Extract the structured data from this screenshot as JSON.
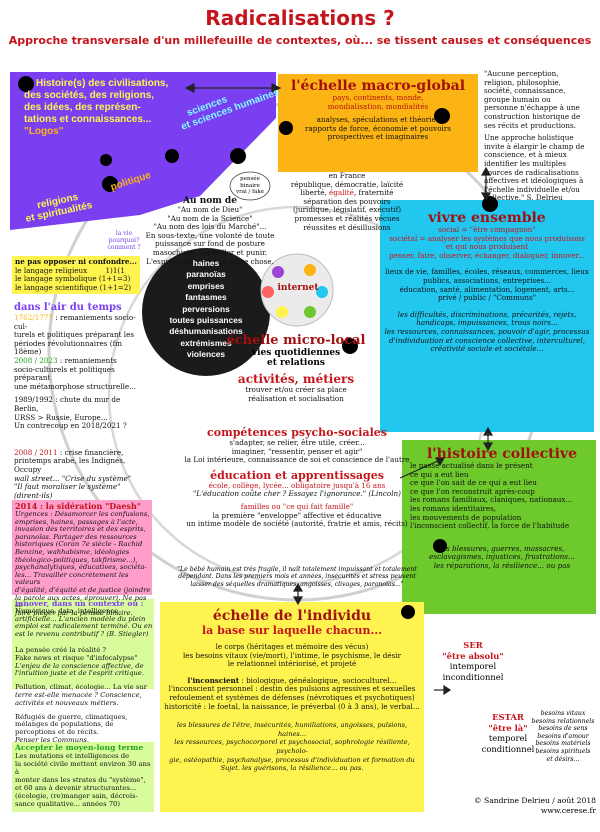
{
  "title": "Radicalisations ?",
  "subtitle": "Approche transversale d'un millefeuille de contextes, où... se tissent causes et conséquences",
  "histoire_box": {
    "l1": "Histoire(s) des civilisations,",
    "l2": "des sociétés, des religions,",
    "l3": "des idées, des représen-",
    "l4": "tations et connaissances...",
    "logos": "\"Logos\"",
    "sciences1": "sciences",
    "sciences2": "et sciences humaines",
    "politique": "politique",
    "religions1": "religions",
    "religions2": "et spiritualités",
    "pensee": "pensée binaire vrai / fake",
    "vie1": "la vie",
    "vie2": "pourquoi?",
    "vie3": "comment ?"
  },
  "au_nom": {
    "head": "Au nom de",
    "l1": "\"Au nom de Dieu\"",
    "l2": "\"Au nom de la Science\"",
    "l3": "\"Au nom des lois du Marché\"...",
    "l4": "En sous-texte, une volonté de toute",
    "l5": "puissance sur fond de posture",
    "l6": "masochiste. Surveiller et punir.",
    "l7": "L'esprit critique exige autre chose."
  },
  "macro": {
    "head": "l'échelle macro-global",
    "l1": "pays, continents, monde,",
    "l2": "mondialisation, mondialités",
    "l3": "analyses, spéculations et théories",
    "l4": "rapports de force, économie et pouvoirs",
    "l5": "prospectives et imaginaires"
  },
  "en_france": {
    "l1": "en France",
    "l2": "république, démocratie, laïcité",
    "l3a": "liberté, ",
    "l3b": "égalité",
    "l3c": ", fraternité",
    "l4": "séparation des pouvoirs",
    "l5": "(juridique, législatif, exécutif)",
    "l6": "promesses et réalités vécues",
    "l7": "réussites et désillusions"
  },
  "quote": {
    "l1": "\"Aucune perception,",
    "l2": "religion, philosophie,",
    "l3": "société, connaissance,",
    "l4": "groupe humain ou",
    "l5": "personne n'échappe à une",
    "l6": "construction historique de",
    "l7": "ses récits et productions.",
    "l8": "Une approche holistique",
    "l9": "invite à élargir le champ de",
    "l10": "conscience, et à mieux",
    "l11": "identifier les multiples",
    "l12": "sources de radicalisations",
    "l13": "affectives et idéologiques à",
    "l14": "l'échelle individuelle et/ou",
    "l15": "collective.\" S. Delrieu"
  },
  "langage": {
    "l1": "ne pas opposer ni confondre...",
    "l2": "le langage religieux        1)1(1",
    "l3": "le langage symbolique (1+1=3)",
    "l4": "le langage scientifique (1+1=2)"
  },
  "dark_circle": [
    "haines",
    "paranoïas",
    "emprises",
    "fantasmes",
    "perversions",
    "toutes puissances",
    "déshumanisations",
    "extrémismes",
    "violences"
  ],
  "internet": "internet",
  "vivre": {
    "head": "vivre ensemble",
    "l1": "social = \"être compagnon\"",
    "l2": "sociétal = analyser les systèmes que nous produisons",
    "l3": "et qui nous produisent",
    "l4": "penser, faire, observer, échanger, dialoguer, innover...",
    "l5": "lieux de vie, familles, écoles, réseaux, commerces, lieux",
    "l6": "publics, associations, entreprises...",
    "l7": "éducation, santé, alimentation, logement, arts...",
    "l8": "privé / public / \"Communs\"",
    "l9": "les difficultés, discriminations, précarités, rejets,",
    "l10": "handicaps, impuissances, trous noirs...",
    "l11": "les ressources, connaissances, pouvoir d'agir, processus",
    "l12": "d'individuation et conscience collective, interculturel,",
    "l13": "créativité sociale et sociétale..."
  },
  "air": {
    "head": "dans l'air du temps",
    "l1a": "1762/1777",
    "l1b": " : remaniements socio-cul-",
    "l2": "turels et politiques préparant les",
    "l3": "périodes révolutionnaires (fin 18ème)",
    "l4a": "2008 / 2023",
    "l4b": " : remaniements",
    "l5": "socio-culturels et politiques préparant",
    "l6": "une métamorphose structurelle...",
    "l7": "1989/1992 : chute du mur de Berlin,",
    "l8": "URSS > Russie, Europe...",
    "l9": "Un contrecoup en 2018/2021 ?",
    "l10a": "2008 / 2011",
    "l10b": " : crise financière,",
    "l11": "printemps arabe, les Indignés, Occupy",
    "l12": "wall street... \"Crise du système\"",
    "l13": "\"Il faut moraliser le système\" (dirent-ils)"
  },
  "daesh": {
    "head": "2014 : la sidération \"Daesh\"",
    "l1": "Urgences : Désamorcer les confusions,",
    "l2": "emprises, haines, passages à l'acte,",
    "l3": "invasion des territoires et des esprits,",
    "l4": "paranoïas. Partager des ressources",
    "l5": "historiques (Coran 7e siècle - Rachid",
    "l6": "Benzine, wahhabisme, idéologies",
    "l7": "théologico-politiques, takfirisme...),",
    "l8": "psychanalytiques, éducatives, sociéta-",
    "l9": "les... Travailler concrètement les valeurs",
    "l10": "d'égalité, d'équité et de justice (joindre",
    "l11": "la parole aux actes, éprouver). Ne pas se",
    "l12": "faire piéger par la pensée binaire."
  },
  "innover": {
    "head": "innover, dans un contexte où :",
    "l1": "Numérique, data, intelligence",
    "l2": "artificielle... L'ancien modèle du plein",
    "l3": "emploi est radicalement terminé. Ou en",
    "l4": "est le revenu contributif ? (B. Stiegler)",
    "l5": "La pensée créé la réalité ?",
    "l6": "Fake news et risque \"d'infocalypse\"",
    "l7": "L'enjeu de la conscience affective, de",
    "l8": "l'intuition juste et de l'esprit critique.",
    "l9": "Pollution, climat, écologie... La vie sur",
    "l10": "terre est-elle menacée ? Conscience,",
    "l11": "activités et nouveaux métiers.",
    "l12": "Réfugiés de guerre, climatiques,",
    "l13": "mélanges de populations, de",
    "l14": "perceptions et de récits.",
    "l15": "Penser les Communs."
  },
  "moyen": {
    "head": "Accepter le moyen-long terme",
    "l1": "Les mutations et intelligences de",
    "l2": "la société civile mettent environ 30 ans à",
    "l3": "monter dans les strates du \"système\",",
    "l4": "et 60 ans à devenir structurantes...",
    "l5": "(écologie, (re)manger sain, décrois-",
    "l6": "sance qualitative... années 70)"
  },
  "micro": {
    "head": "échelle micro-local",
    "l1": "vies quotidiennes",
    "l2": "et relations",
    "activites": "activités, métiers",
    "a1": "trouver et/ou créer sa place",
    "a2": "réalisation et socialisation",
    "comp": "compétences psycho-sociales",
    "c1": "s'adapter, se relier, être utile, créer...",
    "c2": "imaginer, \"ressentir, penser et agir\"",
    "c3": "la Loi intérieure, connaissance de soi et conscience de l'autre",
    "educ": "éducation et apprentissages",
    "e1": "école, collège, lycée... obligatoire jusqu'à 16 ans",
    "e2": "\"L'éducation coûte cher ? Essayez l'ignorance.\" (Lincoln)",
    "fam": "familles ou \"ce qui fait famille\"",
    "f1": "la première \"enveloppe\" affective et éducative",
    "f2": "un intime modèle de société (autorité, fratrie et amis, récits)",
    "f3": "\"Le bébé humain est très fragile, il naît totalement impuissant et totalement",
    "f4": "dépendant. Dans les premiers mois et années, insécurités et stress peuvent",
    "f5": "laisser des séquelles dramatiques, angoisses, clivages, paranoïas...\""
  },
  "collective": {
    "head": "l'histoire collective",
    "l1": "le passé actualisé dans le présent",
    "l2": "ce qui a eut lieu",
    "l3": "ce que l'on sait de ce qui a eut lieu",
    "l4": "ce que l'on reconstruit après-coup",
    "l5": "les romans familiaux, claniques, nationaux...",
    "l6": "les romans identitaires,",
    "l7": "les mouvements de population",
    "l8": "l'inconscient collectif, la force de l'habitude",
    "l9": "les blessures, guerres, massacres,",
    "l10": "esclavagismes, injustices, frustrations...",
    "l11": "les réparations, la résilience... ou pas"
  },
  "individu": {
    "head": "échelle de l'individu",
    "sub": "la base sur laquelle chacun...",
    "l1": "le corps (héritages et mémoire des vécus)",
    "l2": "les besoins vitaux (vie/mort), l'intime, le psychisme, le désir",
    "l3": "le relationnel intériorisé, et projeté",
    "l4a": "l'inconscient",
    "l4b": " : biologique, généalogique, socioculturel...",
    "l5": "l'inconscient personnel : destin des pulsions agressives et sexuelles",
    "l6": "refoulement et systèmes de défenses (névrotiques et psychotiques)",
    "l7": "historicité : le foetal, la naissance, le préverbal (0 à 3 ans), le verbal...",
    "l8": "les blessures de l'être, insécurités, humiliations, angoisses, pulsions, haines...",
    "l9": "les ressources, psychocorporel et psychosocial, sophrologie résiliente, psycholo-",
    "l10": "gie, ostéopathie, psychanalyse, processus d'individuation et formation du",
    "l11": "Sujet. les guérisons, la résilience... ou pas."
  },
  "ser": {
    "head": "SER",
    "l1": "\"être absolu\"",
    "l2": "intemporel",
    "l3": "inconditionnel"
  },
  "estar": {
    "head": "ESTAR",
    "l1": "\"être là\"",
    "l2": "temporel",
    "l3": "conditionnel"
  },
  "besoins": [
    "besoins vitaux",
    "besoins relationnels",
    "besoins de sens",
    "besoins d'amour",
    "besoins matériels",
    "besoins spirituels",
    "et désirs..."
  ],
  "credit": "© Sandrine Delrieu / août 2018",
  "url": "www.cerese.fr",
  "colors": {
    "red": "#c4151c",
    "purple": "#7b3ff2",
    "orange": "#fcb414",
    "cyan": "#22c7f0",
    "green": "#6ec92c",
    "yellow": "#fff44f",
    "lime": "#b9f95b",
    "pink": "#ff9eca"
  }
}
